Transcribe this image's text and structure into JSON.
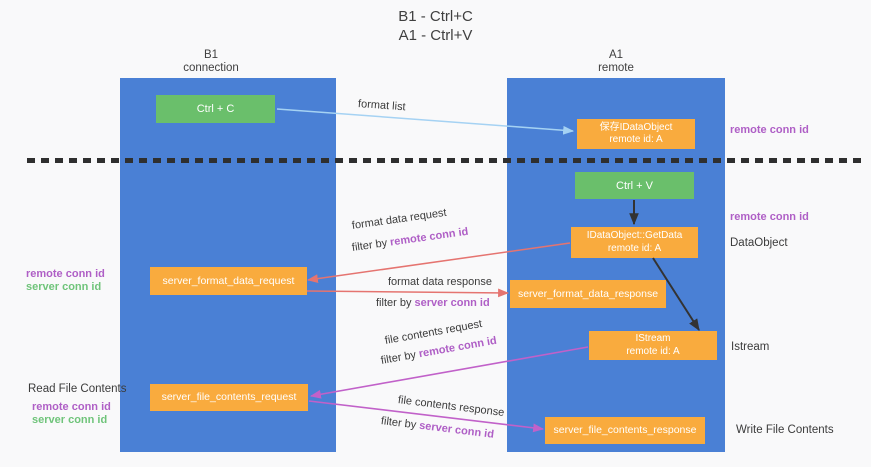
{
  "title": {
    "line1": "B1 - Ctrl+C",
    "line2": "A1 - Ctrl+V"
  },
  "lanes": {
    "left": {
      "name": "B1",
      "subtitle": "connection"
    },
    "right": {
      "name": "A1",
      "subtitle": "remote"
    }
  },
  "nodes": {
    "ctrl_c": {
      "label": "Ctrl + C"
    },
    "save_idataobject": {
      "line1": "保存IDataObject",
      "line2": "remote id: A"
    },
    "ctrl_v": {
      "label": "Ctrl + V"
    },
    "getdata": {
      "line1": "IDataObject::GetData",
      "line2": "remote id: A"
    },
    "format_request": {
      "label": "server_format_data_request"
    },
    "format_response": {
      "label": "server_format_data_response"
    },
    "istream": {
      "line1": "IStream",
      "line2": "remote id: A"
    },
    "file_request": {
      "label": "server_file_contents_request"
    },
    "file_response": {
      "label": "server_file_contents_response"
    }
  },
  "edge_labels": {
    "format_list": "format list",
    "format_data_request": "format data request",
    "format_data_response": "format data response",
    "file_contents_request": "file contents request",
    "file_contents_response": "file contents response",
    "filter_by": "filter by ",
    "remote_conn_id": "remote conn id",
    "server_conn_id": "server conn id"
  },
  "side_labels": {
    "remote_conn_id": "remote conn id",
    "server_conn_id": "server conn id",
    "dataobject": "DataObject",
    "istream": "Istream",
    "read_file_contents": "Read File Contents",
    "write_file_contents": "Write File Contents"
  },
  "colors": {
    "background": "#f9f9fa",
    "lane_blue": "#4a80d5",
    "box_green": "#6abf6b",
    "box_orange": "#f9ab3e",
    "box_text": "#ffffff",
    "purple_text": "#af5fc6",
    "green_text": "#6fc47a",
    "dark_text": "#3b3b3b",
    "salmon_arrow": "#e57470",
    "magenta_arrow": "#c161c9",
    "light_blue_arrow": "#a5d2f3",
    "black_arrow": "#333333",
    "dash_color": "#2f2f2f"
  }
}
